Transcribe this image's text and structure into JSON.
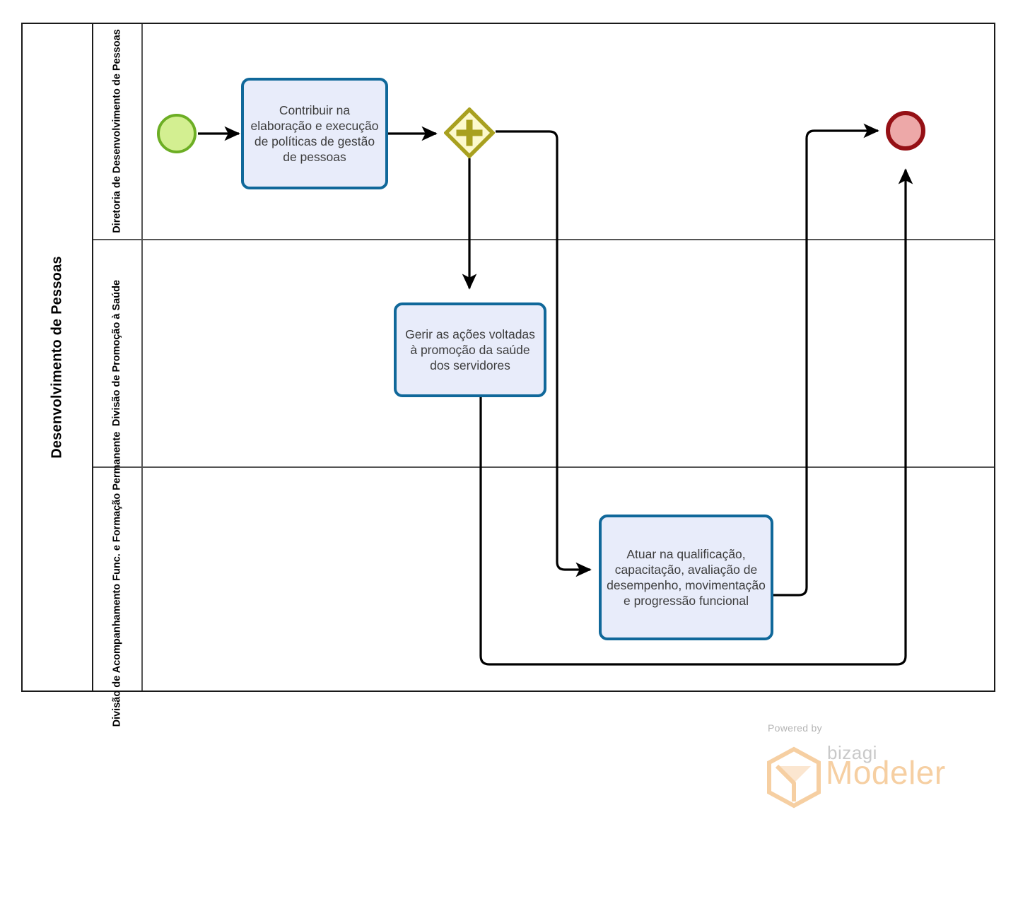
{
  "diagram": {
    "type": "bpmn-process-flow",
    "pool": {
      "name": "Desenvolvimento de Pessoas"
    },
    "lanes": [
      {
        "id": "lane-diretoria",
        "name": "Diretoria de Desenvolvimento de Pessoas"
      },
      {
        "id": "lane-promocao-saude",
        "name": "Divisão de Promoção à Saúde"
      },
      {
        "id": "lane-acompanhamento",
        "name": "Divisão de Acompanhamento Func. e Formação Permanente"
      }
    ],
    "nodes": {
      "start_event": {
        "type": "start-event",
        "label": "",
        "lane": "lane-diretoria",
        "color": "#d3ef91",
        "border_color": "#6cae24"
      },
      "task_politicas": {
        "type": "task",
        "label": "Contribuir na elaboração e execução de políticas de gestão de pessoas",
        "lane": "lane-diretoria"
      },
      "gateway_parallel": {
        "type": "parallel-gateway",
        "label": "",
        "lane": "lane-diretoria",
        "color": "#fcf9cd",
        "border_color": "#a8a01f"
      },
      "task_saude": {
        "type": "task",
        "label": "Gerir as ações voltadas à promoção da saúde dos servidores",
        "lane": "lane-promocao-saude"
      },
      "task_qualificacao": {
        "type": "task",
        "label": "Atuar na qualificação, capacitação, avaliação de desempenho, movimentação e progressão funcional",
        "lane": "lane-acompanhamento"
      },
      "end_event": {
        "type": "end-event",
        "label": "",
        "lane": "lane-diretoria",
        "color": "#eda8a8",
        "border_color": "#951015"
      }
    },
    "flows": [
      {
        "from": "start_event",
        "to": "task_politicas"
      },
      {
        "from": "task_politicas",
        "to": "gateway_parallel"
      },
      {
        "from": "gateway_parallel",
        "to": "task_saude"
      },
      {
        "from": "gateway_parallel",
        "to": "task_qualificacao"
      },
      {
        "from": "task_saude",
        "to": "end_event"
      },
      {
        "from": "task_qualificacao",
        "to": "end_event"
      }
    ],
    "task_fill": "#e8ecfa",
    "task_border": "#10689a",
    "connector_color": "#000000"
  },
  "branding": {
    "powered_by": "Powered by",
    "bizagi": "bizagi",
    "modeler": "Modeler",
    "accent": "#f6cfa2"
  }
}
